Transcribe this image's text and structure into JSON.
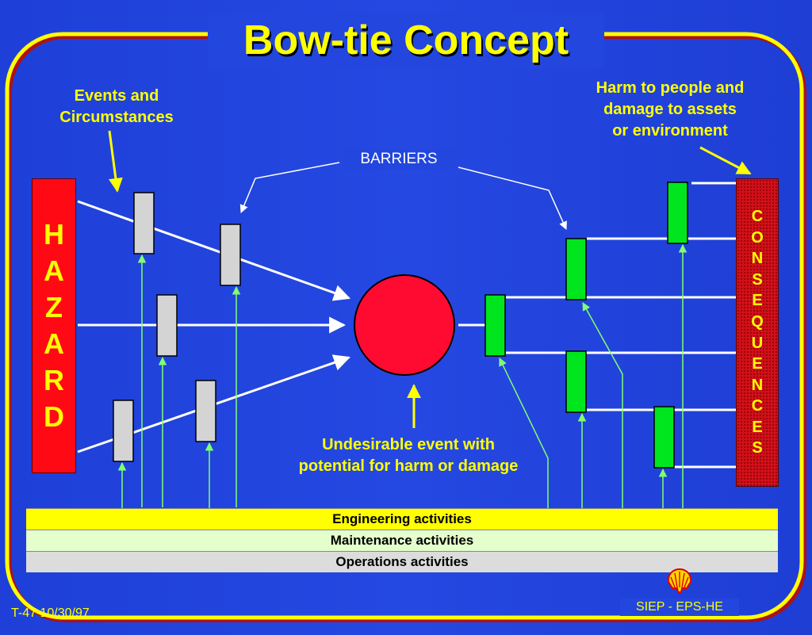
{
  "title": "Bow-tie Concept",
  "labels": {
    "events": [
      "Events and",
      "Circumstances"
    ],
    "harm": [
      "Harm to people and",
      "damage to assets",
      "or environment"
    ],
    "barriers": "BARRIERS",
    "undesirable": [
      "Undesirable event with",
      "potential for harm or damage"
    ]
  },
  "hazard_letters": [
    "H",
    "A",
    "Z",
    "A",
    "R",
    "D"
  ],
  "consequence_letters": [
    "C",
    "O",
    "N",
    "S",
    "E",
    "Q",
    "U",
    "E",
    "N",
    "C",
    "E",
    "S"
  ],
  "activities": [
    {
      "label": "Engineering activities",
      "color": "#ffff00"
    },
    {
      "label": "Maintenance activities",
      "color": "#e4ffcc"
    },
    {
      "label": "Operations activities",
      "color": "#dcdcdc"
    }
  ],
  "footer": {
    "left": "T-47 10/30/97",
    "right": "SIEP - EPS-HE"
  },
  "colors": {
    "frame": "#ffff00",
    "text_highlight": "#ffff00",
    "hazard": "#ff0a14",
    "top_event": "#ff0a30",
    "threat_barrier": "#d4d4d4",
    "consequence_barrier": "#00e61e",
    "activity_arrow": "#80ff70"
  }
}
